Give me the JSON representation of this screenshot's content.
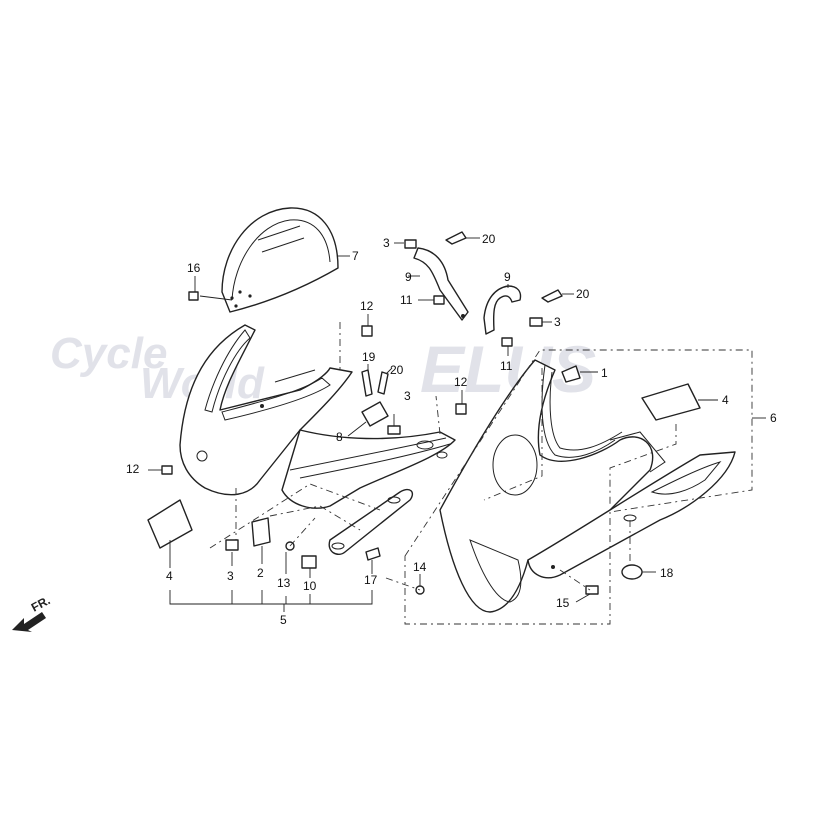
{
  "watermark": {
    "line1": "Cycle",
    "line2": "World",
    "logo": "ELUS",
    "color": "#c9ccd8"
  },
  "direction": {
    "text": "FR."
  },
  "callouts": [
    {
      "id": "c7",
      "text": "7"
    },
    {
      "id": "c16",
      "text": "16"
    },
    {
      "id": "c3a",
      "text": "3"
    },
    {
      "id": "c20a",
      "text": "20"
    },
    {
      "id": "c9a",
      "text": "9"
    },
    {
      "id": "c11a",
      "text": "11"
    },
    {
      "id": "c9b",
      "text": "9"
    },
    {
      "id": "c20b",
      "text": "20"
    },
    {
      "id": "c3b",
      "text": "3"
    },
    {
      "id": "c11b",
      "text": "11"
    },
    {
      "id": "c12a",
      "text": "12"
    },
    {
      "id": "c19",
      "text": "19"
    },
    {
      "id": "c20c",
      "text": "20"
    },
    {
      "id": "c3c",
      "text": "3"
    },
    {
      "id": "c8",
      "text": "8"
    },
    {
      "id": "c12b",
      "text": "12"
    },
    {
      "id": "c1",
      "text": "1"
    },
    {
      "id": "c4a",
      "text": "4"
    },
    {
      "id": "c6",
      "text": "6"
    },
    {
      "id": "c12c",
      "text": "12"
    },
    {
      "id": "c4b",
      "text": "4"
    },
    {
      "id": "c3d",
      "text": "3"
    },
    {
      "id": "c2",
      "text": "2"
    },
    {
      "id": "c13",
      "text": "13"
    },
    {
      "id": "c10",
      "text": "10"
    },
    {
      "id": "c17",
      "text": "17"
    },
    {
      "id": "c14",
      "text": "14"
    },
    {
      "id": "c5",
      "text": "5"
    },
    {
      "id": "c15",
      "text": "15"
    },
    {
      "id": "c18",
      "text": "18"
    }
  ]
}
